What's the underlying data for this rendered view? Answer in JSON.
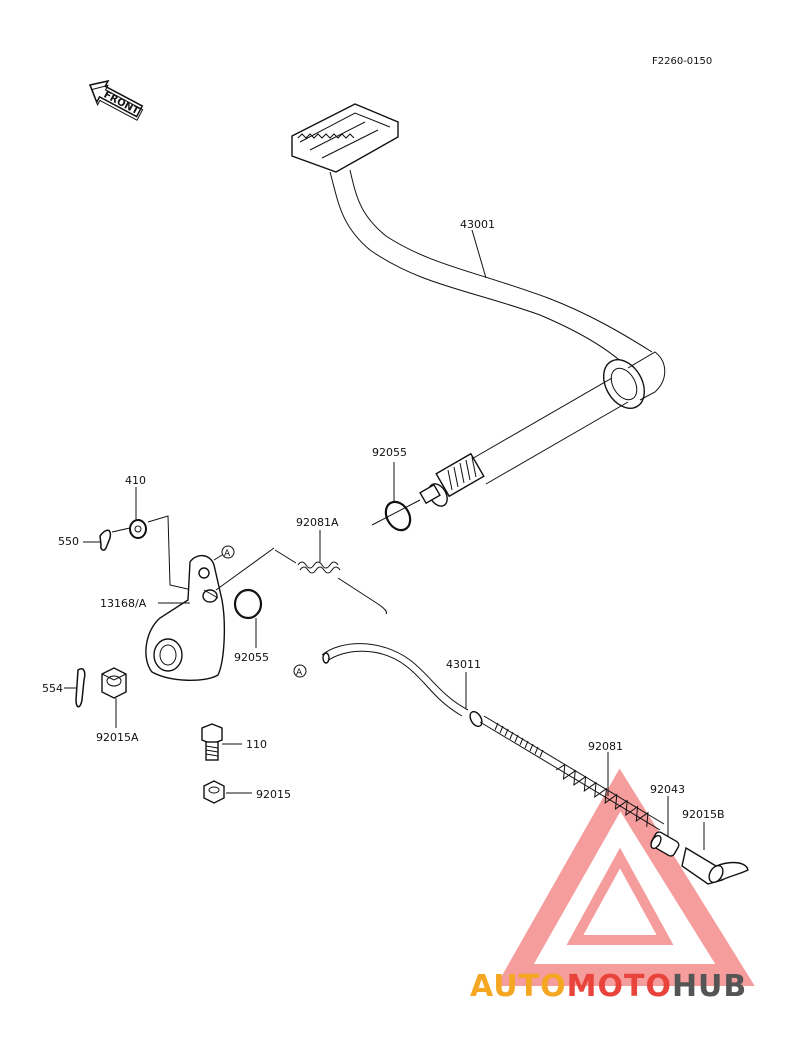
{
  "figure_code": "F2260-0150",
  "front_label": "FRONT",
  "ref_marker": "A",
  "parts": [
    {
      "id": "43001",
      "label": "43001"
    },
    {
      "id": "92055-upper",
      "label": "92055"
    },
    {
      "id": "410",
      "label": "410"
    },
    {
      "id": "550",
      "label": "550"
    },
    {
      "id": "92081A",
      "label": "92081A"
    },
    {
      "id": "13168A",
      "label": "13168/A"
    },
    {
      "id": "92055-lower",
      "label": "92055"
    },
    {
      "id": "43011",
      "label": "43011"
    },
    {
      "id": "554",
      "label": "554"
    },
    {
      "id": "92015A",
      "label": "92015A"
    },
    {
      "id": "110",
      "label": "110"
    },
    {
      "id": "92081",
      "label": "92081"
    },
    {
      "id": "92043",
      "label": "92043"
    },
    {
      "id": "92015B",
      "label": "92015B"
    },
    {
      "id": "92015",
      "label": "92015"
    }
  ],
  "watermark": {
    "part1": "AUTO",
    "part2": "MOTO",
    "part3": "HUB",
    "colors": {
      "orange": "#f5a623",
      "red": "#e8443c",
      "gray": "#555555",
      "triangle": "#f27b7b"
    }
  }
}
